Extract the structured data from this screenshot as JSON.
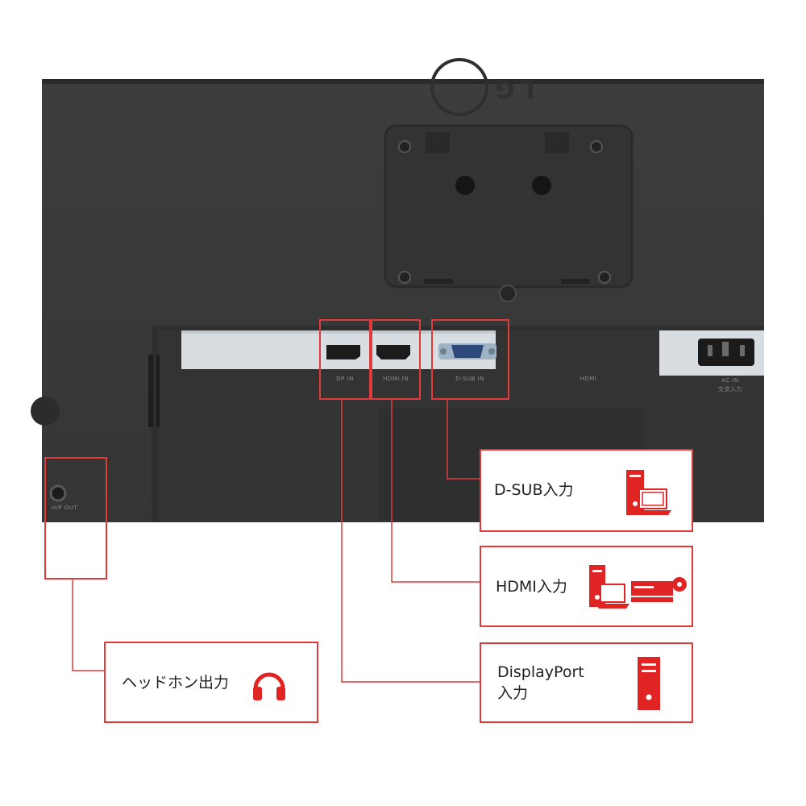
{
  "monitor": {
    "brand_logo": "LG",
    "port_labels": {
      "dp": "DP IN",
      "hdmi": "HDMI IN",
      "dsub": "D-SUB IN",
      "logo_mark": "HDMI",
      "ac": "AC IN",
      "ac_sub": "交流入力",
      "headphone": "H/P OUT"
    }
  },
  "callouts": {
    "dsub": {
      "label": "D-SUB入力",
      "icon": "pc-tower-laptop-icon"
    },
    "hdmi": {
      "label": "HDMI入力",
      "icon": "pc-laptop-player-icon"
    },
    "displayport": {
      "label_line1": "DisplayPort",
      "label_line2": "入力",
      "icon": "pc-tower-icon"
    },
    "headphone": {
      "label": "ヘッドホン出力",
      "icon": "headphones-icon"
    }
  },
  "colors": {
    "accent": "#e03a3a",
    "icon_red": "#e02424",
    "monitor_back": "#3b3b3b",
    "panel_light": "#d8dde2"
  }
}
